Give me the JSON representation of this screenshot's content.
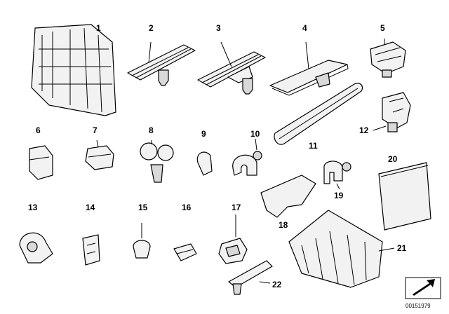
{
  "diagram": {
    "labels": [
      "1",
      "2",
      "3",
      "4",
      "5",
      "6",
      "7",
      "8",
      "9",
      "10",
      "11",
      "12",
      "13",
      "14",
      "15",
      "16",
      "17",
      "18",
      "19",
      "20",
      "21",
      "22"
    ],
    "doc_id": "00151979"
  }
}
